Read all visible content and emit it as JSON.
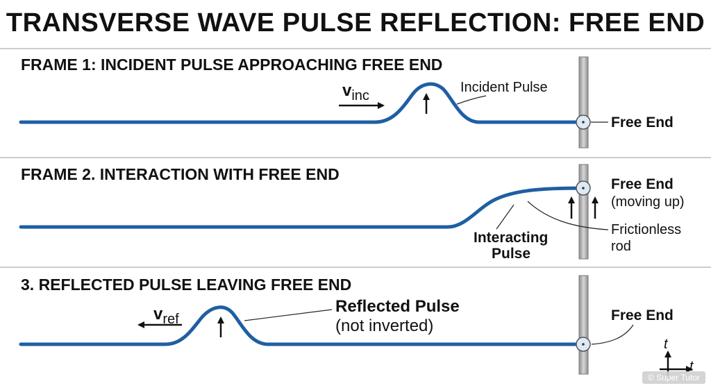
{
  "title": "TRANSVERSE WAVE PULSE REFLECTION: FREE END",
  "frames": [
    {
      "heading": "FRAME 1:  INCIDENT PULSE APPROACHING FREE END",
      "velocity_symbol": "v",
      "velocity_subscript": "inc",
      "pulse_label": "Incident Pulse",
      "end_label": "Free End"
    },
    {
      "heading": "FRAME 2. INTERACTION WITH FREE END",
      "end_label": "Free End",
      "end_sublabel": "(moving up)",
      "rod_label_line1": "Frictionless",
      "rod_label_line2": "rod",
      "pulse_label_line1": "Interacting",
      "pulse_label_line2": "Pulse"
    },
    {
      "heading": "3. REFLECTED PULSE LEAVING FREE END",
      "velocity_symbol": "v",
      "velocity_subscript": "ref",
      "pulse_label_line1": "Reflected Pulse",
      "pulse_label_line2": "(not inverted)",
      "end_label": "Free End"
    }
  ],
  "axes_icon": {
    "vertical": "t",
    "horizontal": "t"
  },
  "watermark": "© Super Tutor",
  "colors": {
    "wave": "#1f5fa3",
    "rod": "#a8a8a8",
    "ring": "#ddeaf6"
  }
}
